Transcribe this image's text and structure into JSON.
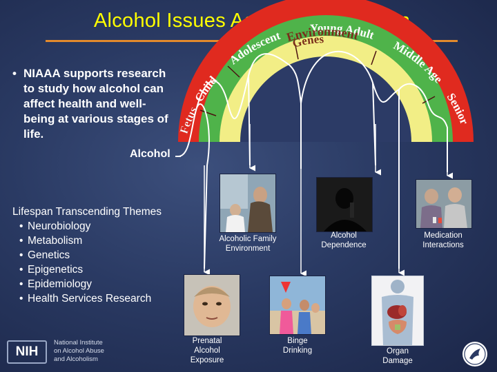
{
  "slide": {
    "title": "Alcohol Issues Across the Lifespan",
    "intro_bullet": "•",
    "intro_text": "NIAAA supports research to study how alcohol can affect health and well-being at various stages of life.",
    "alcohol_label": "Alcohol"
  },
  "arc": {
    "stages": [
      "Fetus",
      "Child",
      "Adolescent",
      "Young Adult",
      "Middle Age",
      "Senior"
    ],
    "environment_label": "Environment",
    "genes_label": "Genes",
    "colors": {
      "outer": "#e02a1f",
      "middle": "#4fb34a",
      "inner": "#f2ee86",
      "stage_text": "#c8302a",
      "inner_text": "#7a2e1a"
    }
  },
  "themes": {
    "heading": "Lifespan Transcending Themes",
    "items": [
      "Neurobiology",
      "Metabolism",
      "Genetics",
      "Epigenetics",
      "Epidemiology",
      "Health Services Research"
    ]
  },
  "captions": {
    "family": "Alcoholic Family Environment",
    "dependence": "Alcohol Dependence",
    "medication": "Medication Interactions",
    "prenatal": "Prenatal Alcohol Exposure",
    "binge": "Binge Drinking",
    "organ": "Organ Damage"
  },
  "logo": {
    "nih_mark": "NIH",
    "institute_lines": [
      "National Institute",
      "on Alcohol Abuse",
      "and Alcoholism"
    ]
  }
}
